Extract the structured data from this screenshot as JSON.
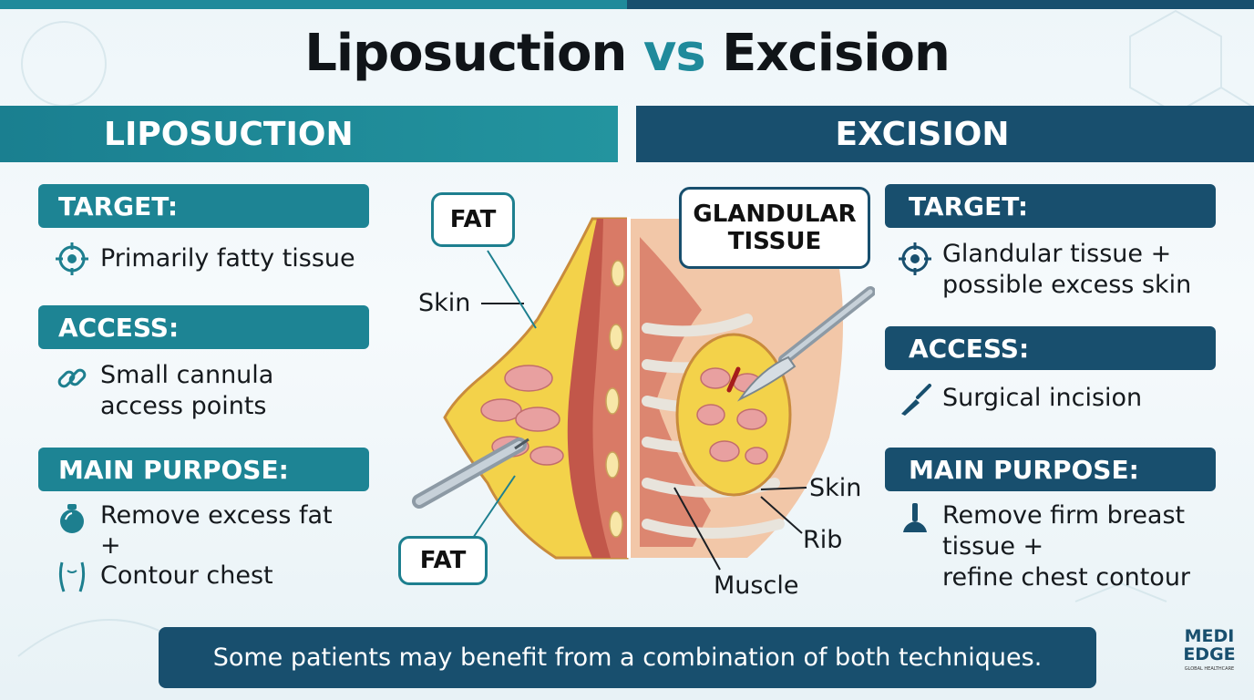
{
  "title": {
    "part1": "Liposuction",
    "vs": "vs",
    "part2": "Excision"
  },
  "left": {
    "band": "LIPOSUCTION",
    "target": {
      "header": "TARGET:",
      "lines": [
        "Primarily fatty tissue"
      ]
    },
    "access": {
      "header": "ACCESS:",
      "lines": [
        "Small cannula",
        "access points"
      ]
    },
    "purpose": {
      "header": "MAIN PURPOSE:",
      "lines": [
        "Remove excess fat",
        "+",
        "Contour chest"
      ]
    }
  },
  "right": {
    "band": "EXCISION",
    "target": {
      "header": "TARGET:",
      "lines": [
        "Glandular tissue +",
        "possible excess skin"
      ]
    },
    "access": {
      "header": "ACCESS:",
      "lines": [
        "Surgical incision"
      ]
    },
    "purpose": {
      "header": "MAIN PURPOSE:",
      "lines": [
        "Remove firm breast",
        "tissue +",
        "refine chest contour"
      ]
    }
  },
  "diagram": {
    "fat_top": "FAT",
    "fat_bottom": "FAT",
    "glandular": [
      "GLANDULAR",
      "TISSUE"
    ],
    "skin_left": "Skin",
    "skin_right": "Skin",
    "rib": "Rib",
    "muscle": "Muscle"
  },
  "icons": {
    "left_target": "target-icon",
    "left_access": "link-icon",
    "left_purpose_fat": "fat-drop-icon",
    "left_purpose_contour": "torso-icon",
    "right_target": "target-icon",
    "right_access": "scalpel-icon",
    "right_purpose": "tissue-removal-icon"
  },
  "footer": "Some patients may benefit from a combination of both techniques.",
  "logo": {
    "line1": "MEDI",
    "line2": "EDGE",
    "tagline": "GLOBAL HEALTHCARE"
  },
  "colors": {
    "teal": "#1d8494",
    "navy": "#184f6e",
    "fat_yellow": "#f3d24a",
    "tissue_pink": "#d98a86",
    "muscle_red": "#c2574a"
  }
}
